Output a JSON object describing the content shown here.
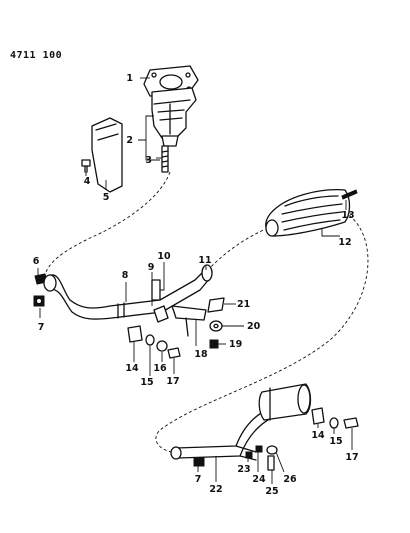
{
  "figure_code": "4711 100",
  "callouts": {
    "c1": "1",
    "c2": "2",
    "c3": "3",
    "c4": "4",
    "c5": "5",
    "c6": "6",
    "c7a": "7",
    "c7b": "7",
    "c8": "8",
    "c9": "9",
    "c10": "10",
    "c11": "11",
    "c12": "12",
    "c13": "13",
    "c14a": "14",
    "c14b": "14",
    "c15a": "15",
    "c15b": "15",
    "c16": "16",
    "c17a": "17",
    "c17b": "17",
    "c18": "18",
    "c19": "19",
    "c20": "20",
    "c21": "21",
    "c22": "22",
    "c23": "23",
    "c24": "24",
    "c25": "25",
    "c26": "26"
  }
}
